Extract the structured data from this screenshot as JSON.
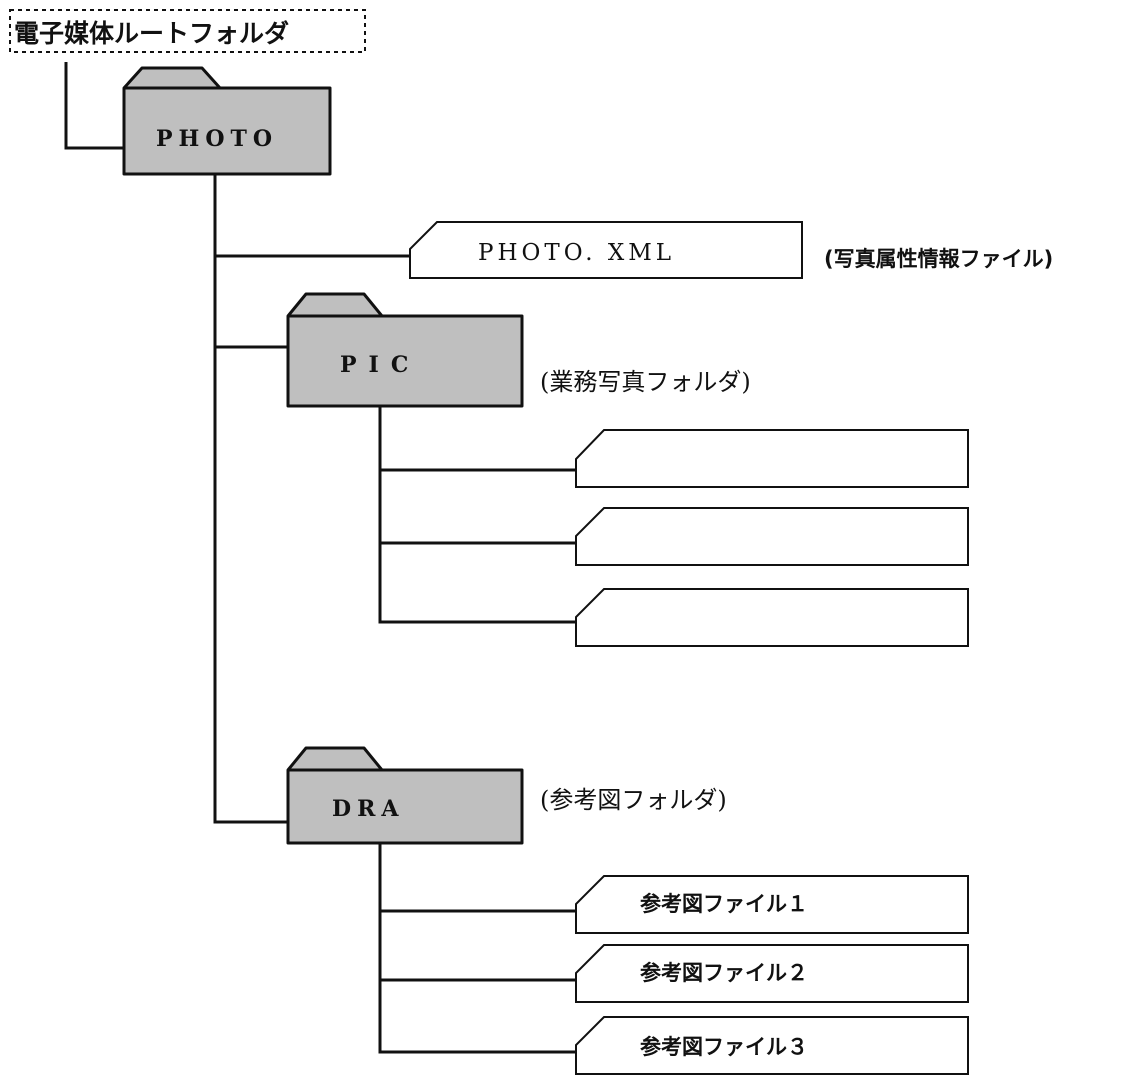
{
  "root": {
    "label": "電子媒体ルートフォルダ"
  },
  "folders": {
    "photo": {
      "name": "PHOTO"
    },
    "pic": {
      "name": "PIC",
      "caption": "(業務写真フォルダ)"
    },
    "dra": {
      "name": "DRA",
      "caption": "(参考図フォルダ)"
    }
  },
  "files": {
    "photo_xml": {
      "name": "PHOTO. XML",
      "caption": "(写真属性情報ファイル)"
    },
    "pic_files": [
      "",
      "",
      ""
    ],
    "dra_files": [
      "参考図ファイル１",
      "参考図ファイル２",
      "参考図ファイル３"
    ]
  },
  "colors": {
    "folder_fill": "#bfbfbf",
    "line": "#111111",
    "file_fill": "#ffffff"
  }
}
